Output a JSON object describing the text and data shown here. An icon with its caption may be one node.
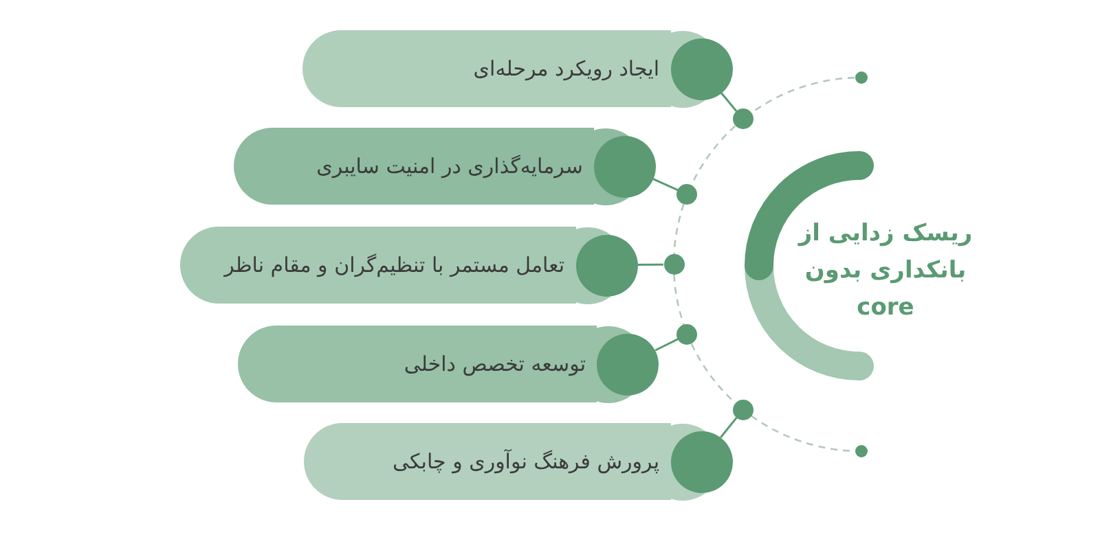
{
  "diagram": {
    "nodes": [
      {
        "text": [
          "ریسک زدایی از بانکداری بدون core"
        ]
      },
      {
        "text": [
          "ایجاد رویکرد مرحله‌ای"
        ]
      },
      {
        "text": [
          "سرمایه‌گذاری در امنیت سایبری"
        ]
      },
      {
        "text": [
          "تعامل مستمر با تنظیم‌گران و مقام ناظر"
        ]
      },
      {
        "text": [
          "توسعه تخصص داخلی"
        ]
      },
      {
        "text": [
          "پرورش فرهنگ نوآوری و چابکی"
        ]
      },
      {
        "text": [],
        "shape": "circle"
      },
      {
        "text": [],
        "shape": "circle"
      },
      {
        "text": [],
        "shape": "circle"
      },
      {
        "text": [],
        "shape": "circle"
      },
      {
        "text": [],
        "shape": "circle"
      },
      {
        "text": [],
        "shape": "circle"
      },
      {
        "text": [],
        "shape": "circle"
      },
      {
        "text": [],
        "shape": "circle"
      },
      {
        "text": [],
        "shape": "circle"
      },
      {
        "text": [],
        "shape": "circle"
      },
      {
        "text": [],
        "shape": "circle"
      },
      {
        "text": [],
        "shape": "circle"
      }
    ],
    "edges": [
      {
        "from": 6,
        "to": 12,
        "arrow": "none",
        "color": "#5b9a73"
      },
      {
        "from": 7,
        "to": 13,
        "arrow": "none",
        "color": "#5b9a73"
      },
      {
        "from": 8,
        "to": 14,
        "arrow": "none",
        "color": "#5b9a73"
      },
      {
        "from": 9,
        "to": 15,
        "arrow": "none",
        "color": "#5b9a73"
      },
      {
        "from": 10,
        "to": 16,
        "arrow": "none",
        "color": "#5b9a73"
      },
      {
        "from": 11,
        "to": 12,
        "arrow": "none",
        "style": "dashed"
      },
      {
        "from": 12,
        "to": 13,
        "arrow": "none",
        "style": "dashed"
      },
      {
        "from": 13,
        "to": 14,
        "arrow": "none",
        "style": "dashed"
      },
      {
        "from": 14,
        "to": 15,
        "arrow": "none",
        "style": "dashed"
      },
      {
        "from": 15,
        "to": 16,
        "arrow": "none",
        "style": "dashed"
      },
      {
        "from": 16,
        "to": 17,
        "arrow": "none",
        "style": "dashed"
      }
    ]
  }
}
